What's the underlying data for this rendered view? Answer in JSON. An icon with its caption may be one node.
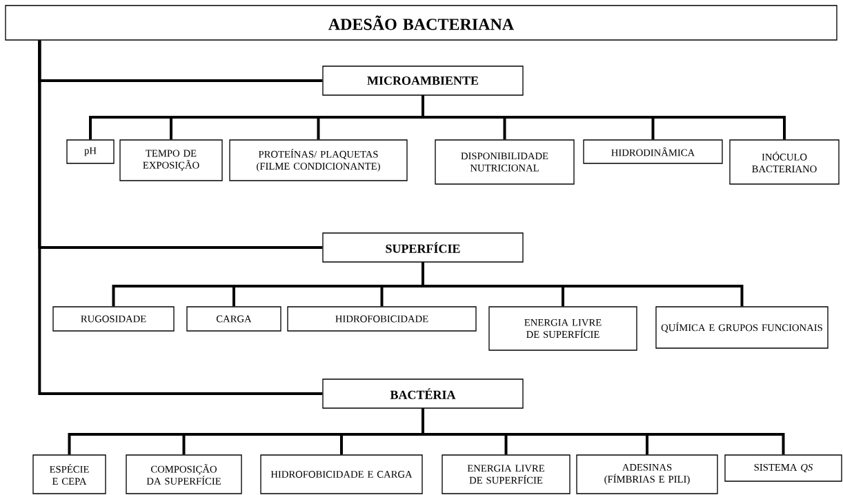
{
  "diagram": {
    "nodes": [
      {
        "text": [
          "ADESÃO BACTERIANA"
        ]
      },
      {
        "text": [
          "MICROAMBIENTE"
        ]
      },
      {
        "text": [
          "pH"
        ]
      },
      {
        "text": [
          "TEMPO DE EXPOSIÇÃO"
        ]
      },
      {
        "text": [
          "PROTEÍNAS/ PLAQUETAS (FILME CONDICIONANTE)"
        ]
      },
      {
        "text": [
          "DISPONIBILIDADE NUTRICIONAL"
        ]
      },
      {
        "text": [
          "HIDRODINÂMICA"
        ]
      },
      {
        "text": [
          "INÓCULO BACTERIANO"
        ]
      },
      {
        "text": [
          "SUPERFÍCIE"
        ]
      },
      {
        "text": [
          "RUGOSIDADE"
        ]
      },
      {
        "text": [
          "CARGA"
        ]
      },
      {
        "text": [
          "HIDROFOBICIDADE"
        ]
      },
      {
        "text": [
          "ENERGIA LIVRE DE SUPERFÍCIE"
        ]
      },
      {
        "text": [
          "QUÍMICA E GRUPOS FUNCIONAIS"
        ]
      },
      {
        "text": [
          "BACTÉRIA"
        ]
      },
      {
        "text": [
          "ESPÉCIE E CEPA"
        ]
      },
      {
        "text": [
          "COMPOSIÇÃO DA SUPERFÍCIE"
        ]
      },
      {
        "text": [
          "HIDROFOBICIDADE E CARGA"
        ]
      },
      {
        "text": [
          "ENERGIA LIVRE DE SUPERFÍCIE"
        ]
      },
      {
        "text": [
          "ADESINAS (FÍMBRIAS E PILI)"
        ]
      },
      {
        "text": [
          "SISTEMA *QS*"
        ]
      }
    ],
    "edges": [
      {
        "from": 0,
        "to": 1,
        "arrow": "none"
      },
      {
        "from": 0,
        "to": 8,
        "arrow": "none"
      },
      {
        "from": 0,
        "to": 14,
        "arrow": "none"
      },
      {
        "from": 1,
        "to": 2,
        "arrow": "none"
      },
      {
        "from": 1,
        "to": 3,
        "arrow": "none"
      },
      {
        "from": 1,
        "to": 4,
        "arrow": "none"
      },
      {
        "from": 1,
        "to": 5,
        "arrow": "none"
      },
      {
        "from": 1,
        "to": 6,
        "arrow": "none"
      },
      {
        "from": 1,
        "to": 7,
        "arrow": "none"
      },
      {
        "from": 8,
        "to": 9,
        "arrow": "none"
      },
      {
        "from": 8,
        "to": 10,
        "arrow": "none"
      },
      {
        "from": 8,
        "to": 11,
        "arrow": "none"
      },
      {
        "from": 8,
        "to": 12,
        "arrow": "none"
      },
      {
        "from": 8,
        "to": 13,
        "arrow": "none"
      },
      {
        "from": 14,
        "to": 15,
        "arrow": "none"
      },
      {
        "from": 14,
        "to": 16,
        "arrow": "none"
      },
      {
        "from": 14,
        "to": 17,
        "arrow": "none"
      },
      {
        "from": 14,
        "to": 18,
        "arrow": "none"
      },
      {
        "from": 14,
        "to": 19,
        "arrow": "none"
      },
      {
        "from": 14,
        "to": 20,
        "arrow": "none"
      }
    ]
  }
}
